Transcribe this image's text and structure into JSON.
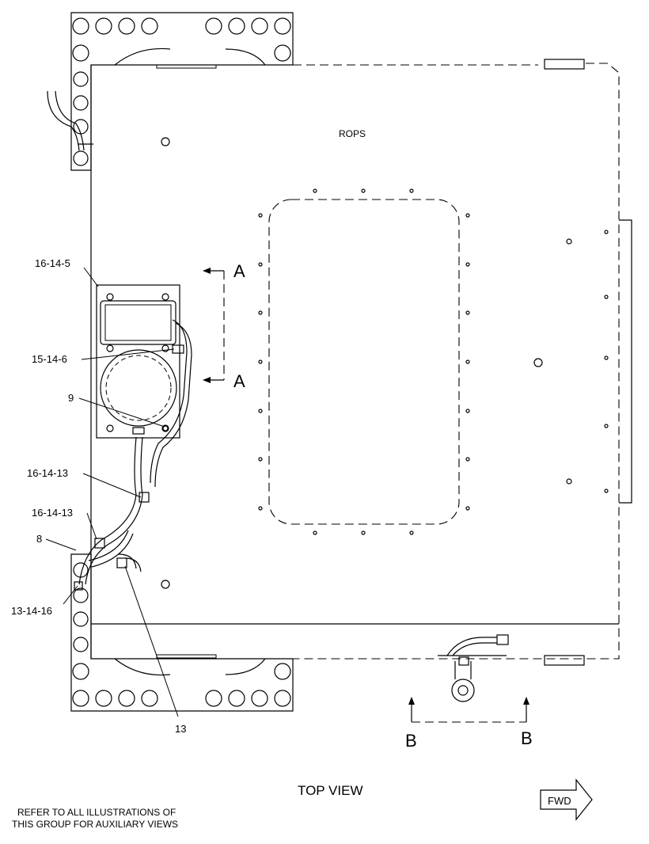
{
  "drawing": {
    "structure_label": "ROPS",
    "view_title": "TOP VIEW",
    "note_line1": "REFER TO ALL ILLUSTRATIONS OF",
    "note_line2": "THIS GROUP FOR AUXILIARY VIEWS",
    "fwd_label": "FWD",
    "section_a_top": "A",
    "section_a_bottom": "A",
    "section_b_left": "B",
    "section_b_right": "B"
  },
  "callouts": {
    "c1": "16-14-5",
    "c2": "15-14-6",
    "c3": "9",
    "c4": "16-14-13",
    "c5": "16-14-13",
    "c6": "8",
    "c7": "13-14-16",
    "c8": "13"
  }
}
